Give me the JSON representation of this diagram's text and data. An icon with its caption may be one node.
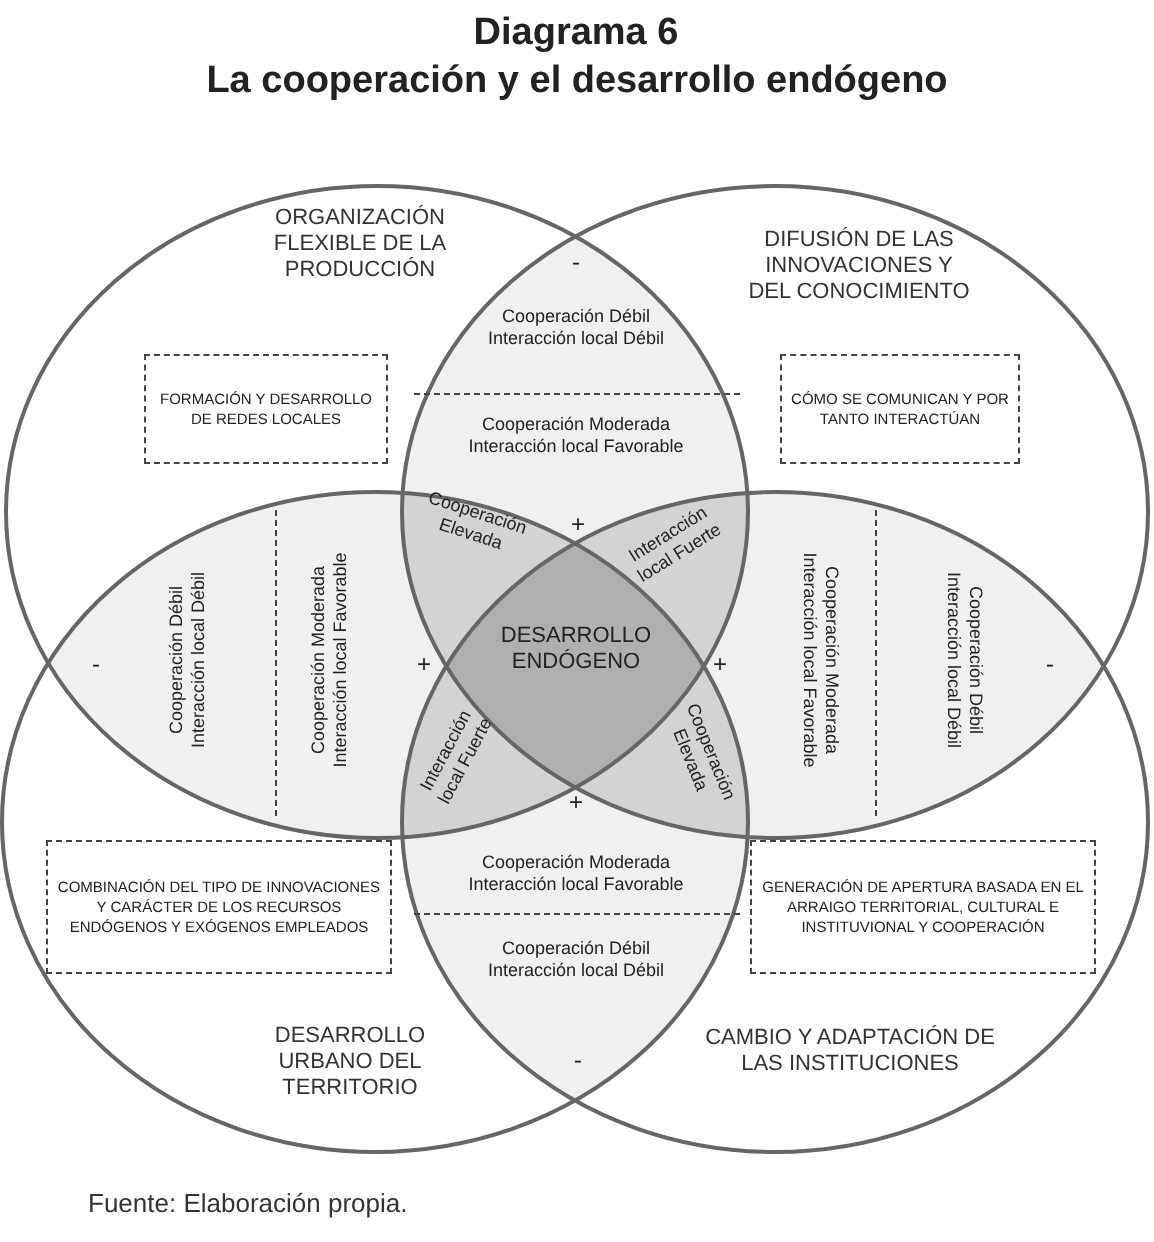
{
  "diagram": {
    "title": "La cooperación y el desarrollo endógeno",
    "caption": "Fuente: Elaboración propia.",
    "nodes": [
      {
        "text": [
          "ORGANIZACIÓN FLEXIBLE DE LA PRODUCCIÓN"
        ]
      },
      {
        "text": [
          "FORMACIÓN Y DESARROLLO DE REDES LOCALES"
        ],
        "in": 0
      },
      {
        "text": [
          "DIFUSIÓN DE LAS INNOVACIONES Y DEL CONOCIMIENTO"
        ]
      },
      {
        "text": [
          "CÓMO SE COMUNICAN Y POR TANTO INTERACTÚAN"
        ],
        "in": 2
      },
      {
        "text": [
          "DESARROLLO URBANO DEL TERRITORIO"
        ]
      },
      {
        "text": [
          "COMBINACIÓN DEL TIPO DE INNOVACIONES Y CARÁCTER DE LOS RECURSOS ENDÓGENOS Y EXÓGENOS EMPLEADOS"
        ],
        "in": 4
      },
      {
        "text": [
          "CAMBIO Y ADAPTACIÓN DE LAS INSTITUCIONES"
        ]
      },
      {
        "text": [
          "GENERACIÓN DE APERTURA BASADA EN EL ARRAIGO TERRITORIAL, CULTURAL E INSTITUVIONAL Y COOPERACIÓN"
        ],
        "in": 6
      }
    ],
    "edges": [],
    "labels": [
      "Diagrama 6",
      "-",
      "Cooperación Débil Interacción local Débil",
      "Cooperación Moderada Interacción local Favorable",
      "Cooperación Elevada",
      "+",
      "Interacción local Fuerte",
      "-",
      "Cooperación Débil Interacción local Débil",
      "Cooperación Moderada Interacción local Favorable",
      "+",
      "DESARROLLO ENDÓGENO",
      "+",
      "Cooperación Moderada Interacción local Favorable",
      "Cooperación Débil Interacción local Débil",
      "-",
      "Interacción local Fuerte",
      "Cooperación Elevada",
      "+",
      "Cooperación Moderada Interacción local Favorable",
      "Cooperación Débil Interacción local Débil",
      "-"
    ]
  }
}
